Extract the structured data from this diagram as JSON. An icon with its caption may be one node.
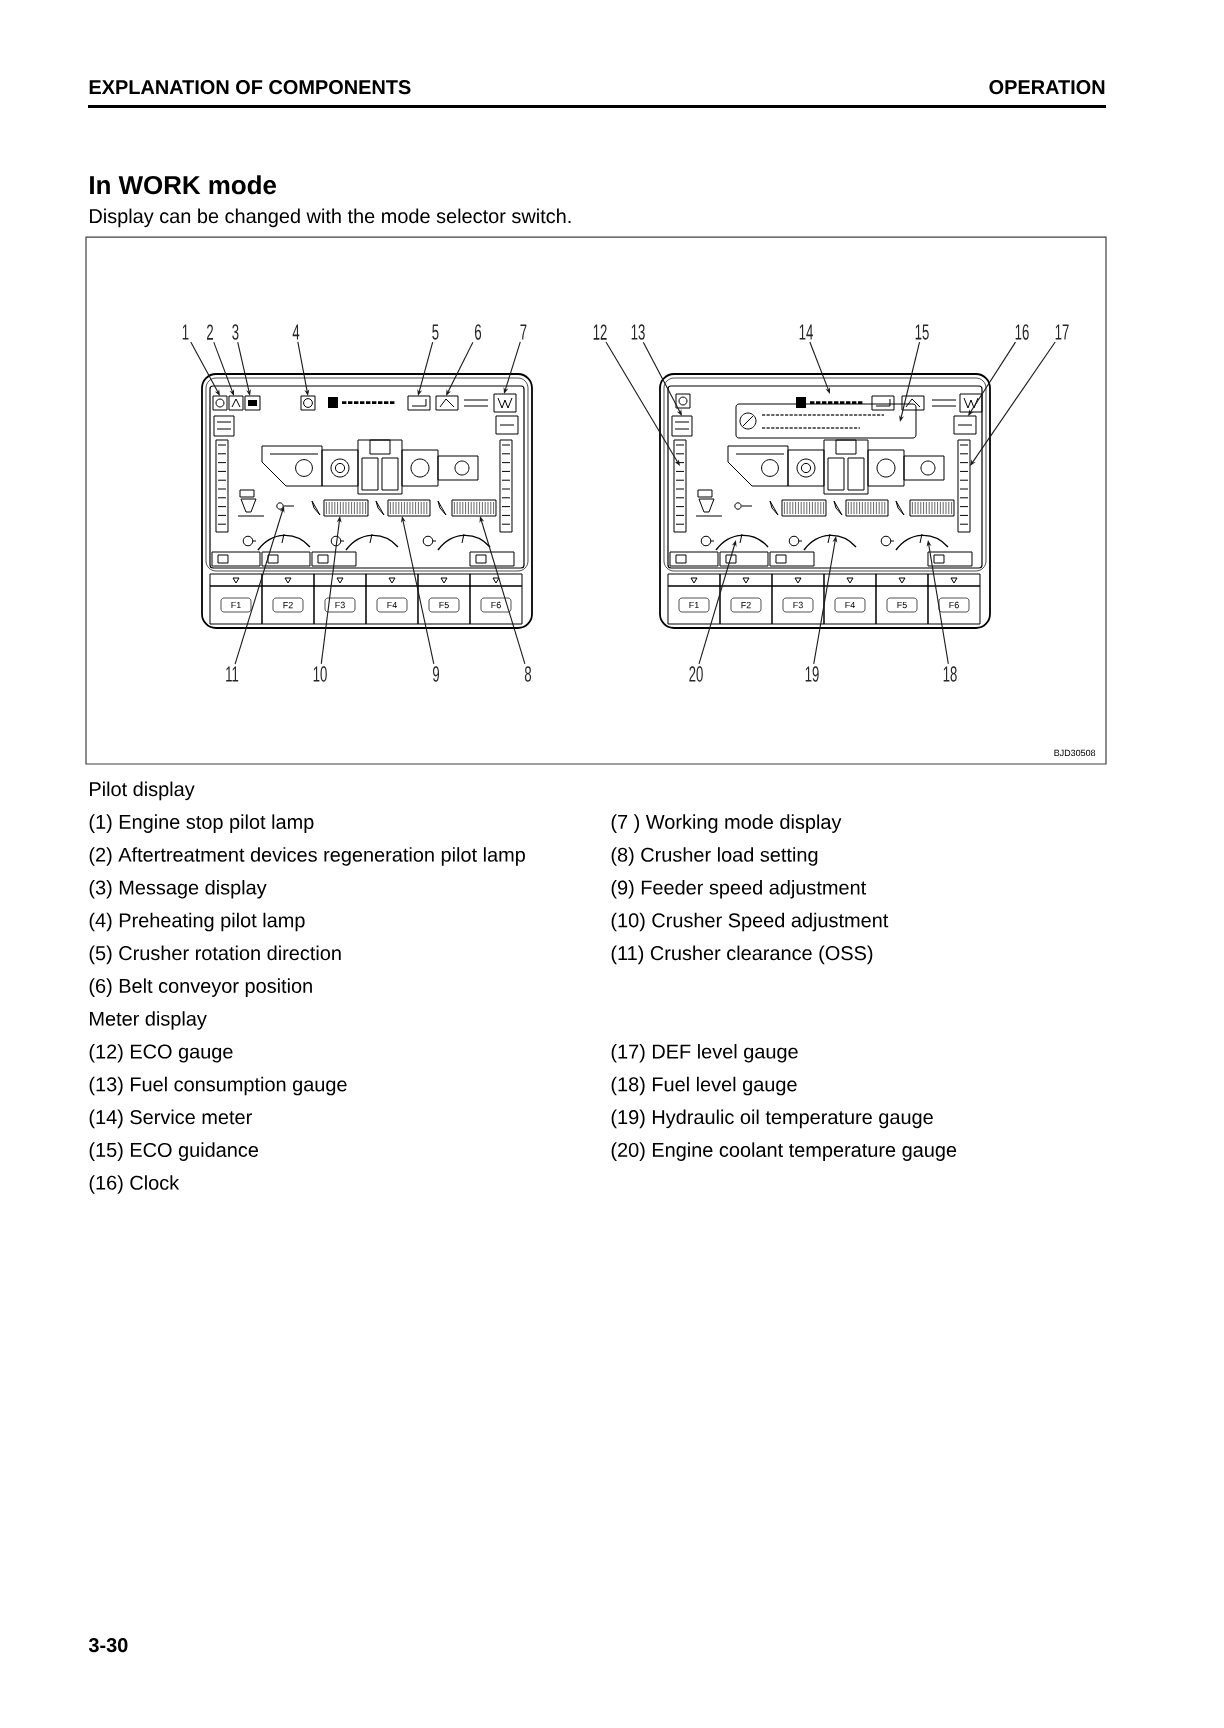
{
  "diagram": {
    "title": "In WORK mode",
    "nodes": [
      {
        "text": [
          "1"
        ]
      },
      {
        "text": [
          "2"
        ]
      },
      {
        "text": [
          "3"
        ]
      },
      {
        "text": [
          "4"
        ]
      },
      {
        "text": [
          "5"
        ]
      },
      {
        "text": [
          "6"
        ]
      },
      {
        "text": [
          "7"
        ]
      },
      {
        "text": [
          "12"
        ]
      },
      {
        "text": [
          "13"
        ]
      },
      {
        "text": [
          "14"
        ]
      },
      {
        "text": [
          "15"
        ]
      },
      {
        "text": [
          "16"
        ]
      },
      {
        "text": [
          "17"
        ]
      },
      {
        "text": [
          "F1"
        ]
      },
      {
        "text": [
          "F2"
        ]
      },
      {
        "text": [
          "F3"
        ]
      },
      {
        "text": [
          "F4"
        ]
      },
      {
        "text": [
          "F5"
        ]
      },
      {
        "text": [
          "F6"
        ]
      },
      {
        "text": [
          "F1"
        ]
      },
      {
        "text": [
          "F2"
        ]
      },
      {
        "text": [
          "F3"
        ]
      },
      {
        "text": [
          "F4"
        ]
      },
      {
        "text": [
          "F5"
        ]
      },
      {
        "text": [
          "F6"
        ]
      },
      {
        "text": [
          "11"
        ]
      },
      {
        "text": [
          "10"
        ]
      },
      {
        "text": [
          "9"
        ]
      },
      {
        "text": [
          "8"
        ]
      },
      {
        "text": [
          "20"
        ]
      },
      {
        "text": [
          "19"
        ]
      },
      {
        "text": [
          "18"
        ]
      }
    ],
    "edges": [
      {
        "from": 0,
        "to": null,
        "arrow": "to"
      },
      {
        "from": 1,
        "to": null,
        "arrow": "to"
      },
      {
        "from": 2,
        "to": null,
        "arrow": "to"
      },
      {
        "from": 3,
        "to": null,
        "arrow": "to"
      },
      {
        "from": 4,
        "to": null,
        "arrow": "to"
      },
      {
        "from": 5,
        "to": null,
        "arrow": "to"
      },
      {
        "from": 6,
        "to": null,
        "arrow": "to"
      },
      {
        "from": 7,
        "to": null,
        "arrow": "to"
      },
      {
        "from": 8,
        "to": null,
        "arrow": "to"
      },
      {
        "from": 9,
        "to": null,
        "arrow": "to"
      },
      {
        "from": 10,
        "to": null,
        "arrow": "to"
      },
      {
        "from": 11,
        "to": null,
        "arrow": "to"
      },
      {
        "from": 12,
        "to": null,
        "arrow": "to"
      },
      {
        "from": 25,
        "to": null,
        "arrow": "to"
      },
      {
        "from": 26,
        "to": null,
        "arrow": "to"
      },
      {
        "from": 27,
        "to": null,
        "arrow": "to"
      },
      {
        "from": 28,
        "to": null,
        "arrow": "to"
      },
      {
        "from": 29,
        "to": null,
        "arrow": "to"
      },
      {
        "from": 30,
        "to": null,
        "arrow": "to"
      },
      {
        "from": 31,
        "to": null,
        "arrow": "to"
      }
    ],
    "labels": [
      "EXPLANATION OF COMPONENTS",
      "OPERATION",
      "Display can be changed with the mode selector switch.",
      "BJD30508",
      "Pilot display",
      "(1) Engine stop pilot lamp",
      "(7 ) Working mode display",
      "(2) Aftertreatment devices regeneration pilot lamp",
      "(8) Crusher load setting",
      "(3) Message display",
      "(9) Feeder speed adjustment",
      "(4) Preheating pilot lamp",
      "(10) Crusher Speed adjustment",
      "(5) Crusher rotation direction",
      "(11) Crusher clearance (OSS)",
      "(6) Belt conveyor position",
      "Meter display",
      "(12) ECO gauge",
      "(17) DEF level gauge",
      "(13) Fuel consumption gauge",
      "(18) Fuel level gauge",
      "(14) Service meter",
      "(19) Hydraulic oil temperature gauge",
      "(15) ECO guidance",
      "(20) Engine coolant temperature gauge",
      "(16) Clock",
      "3-30"
    ]
  }
}
